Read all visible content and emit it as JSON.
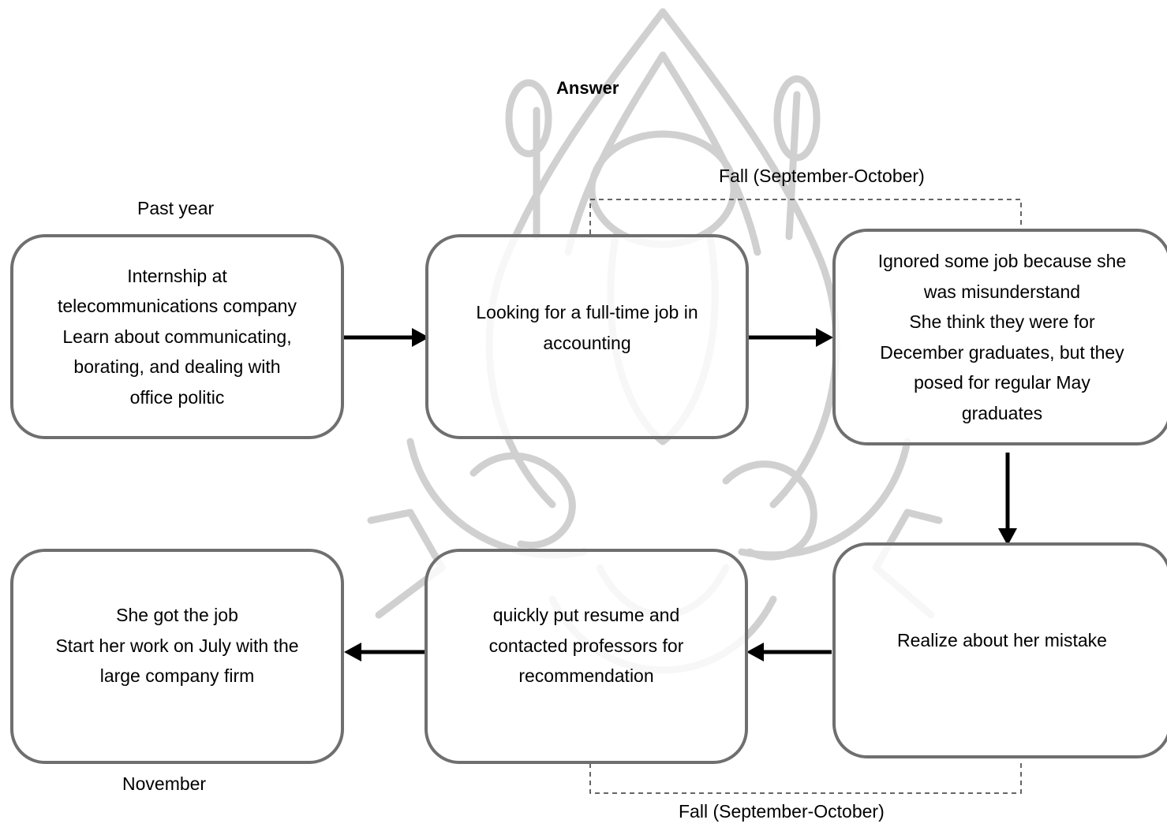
{
  "title": "Answer",
  "labels": {
    "past_year": "Past year",
    "fall_top": "Fall (September-October)",
    "november": "November",
    "fall_bottom": "Fall (September-October)"
  },
  "boxes": [
    {
      "text": "Internship at\ntelecommunications company\nLearn about communicating,\nborating, and dealing with\noffice politic"
    },
    {
      "text": "Looking for a full-time job in\naccounting"
    },
    {
      "text": "Ignored some job because she\nwas misunderstand\nShe think they were for\nDecember graduates, but they\nposed for regular May\ngraduates"
    },
    {
      "text": "Realize about her mistake"
    },
    {
      "text": "quickly put resume and\ncontacted professors for\nrecommendation"
    },
    {
      "text": "She got the job\nStart her work on July with the\nlarge company firm"
    }
  ],
  "colors": {
    "box_border": "#6f6f6f",
    "arrow": "#000000",
    "watermark": "#c8c8c8",
    "bracket": "#333333"
  }
}
